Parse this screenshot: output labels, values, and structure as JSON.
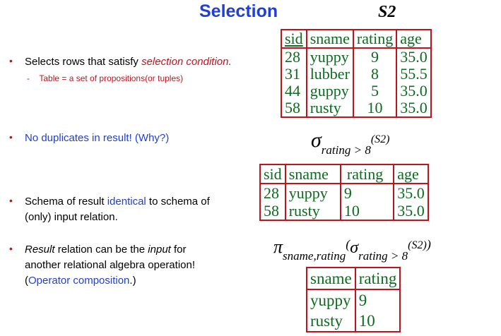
{
  "title": {
    "main": "Selection",
    "relation": "S2"
  },
  "bullets": {
    "b1_text": "Selects rows that satisfy ",
    "b1_emph": "selection condition.",
    "b1_sub_dash": "-",
    "b1_sub": "Table = a set of propositions(or tuples)",
    "b2": "No duplicates in result!  (Why?)",
    "b3_pre": "Schema of result ",
    "b3_emph": "identical",
    "b3_post": " to schema of",
    "b3_line2": "(only) input relation.",
    "b4_w1": "Result",
    "b4_mid": " relation can be the ",
    "b4_w2": "input",
    "b4_post": " for",
    "b4_line2": "another relational algebra operation!",
    "b4_open": "(",
    "b4_emph": "Operator composition",
    "b4_close": ".)"
  },
  "table_s2": {
    "headers": [
      "sid",
      "sname",
      "rating",
      "age"
    ],
    "rows": [
      [
        "28",
        "yuppy",
        "9",
        "35.0"
      ],
      [
        "31",
        "lubber",
        "8",
        "55.5"
      ],
      [
        "44",
        "guppy",
        "5",
        "35.0"
      ],
      [
        "58",
        "rusty",
        "10",
        "35.0"
      ]
    ]
  },
  "formula_sigma": {
    "symbol": "σ",
    "subscript": "rating > 8",
    "arg": "(S2)"
  },
  "table_sigma": {
    "headers": [
      "sid",
      "sname",
      "rating",
      "age"
    ],
    "rows": [
      [
        "28",
        "yuppy",
        "9",
        "35.0"
      ],
      [
        "58",
        "rusty",
        "10",
        "35.0"
      ]
    ]
  },
  "formula_pi": {
    "symbol": "π",
    "subscript": "sname,rating",
    "open": "(",
    "inner_symbol": "σ",
    "inner_subscript": "rating > 8",
    "inner_arg": "(S2)",
    "close": ")"
  },
  "table_pi": {
    "headers": [
      "sname",
      "rating"
    ],
    "rows": [
      [
        "yuppy",
        "9"
      ],
      [
        "rusty",
        "10"
      ]
    ]
  }
}
